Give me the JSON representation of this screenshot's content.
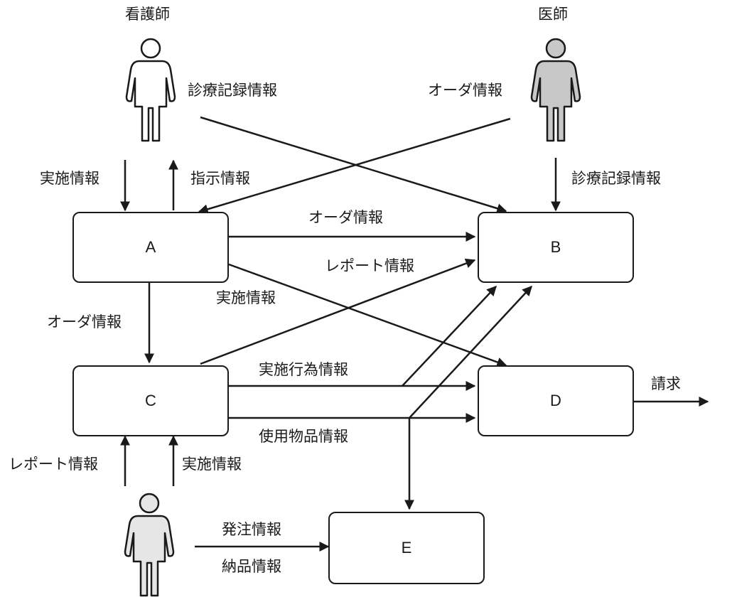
{
  "actors": {
    "nurse": {
      "title": "看護師"
    },
    "doctor": {
      "title": "医師"
    }
  },
  "nodes": {
    "a": "A",
    "b": "B",
    "c": "C",
    "d": "D",
    "e": "E"
  },
  "labels": {
    "nurse_record": "診療記録情報",
    "doctor_order": "オーダ情報",
    "nurse_exec": "実施情報",
    "nurse_instruction": "指示情報",
    "doctor_record": "診療記録情報",
    "a_b_order": "オーダ情報",
    "c_b_report": "レポート情報",
    "a_d_exec": "実施情報",
    "a_c_order": "オーダ情報",
    "c_d_act": "実施行為情報",
    "c_d_goods": "使用物品情報",
    "billing": "請求",
    "bottom_report": "レポート情報",
    "bottom_exec": "実施情報",
    "e_order": "発注情報",
    "e_delivery": "納品情報"
  },
  "colors": {
    "line": "#1a1a1a",
    "nurse_fill": "#ffffff",
    "doctor_fill": "#c8c8c8",
    "staff_fill": "#e6e6e6"
  },
  "icons": {
    "nurse": "person-icon",
    "doctor": "person-icon",
    "staff": "person-icon"
  }
}
